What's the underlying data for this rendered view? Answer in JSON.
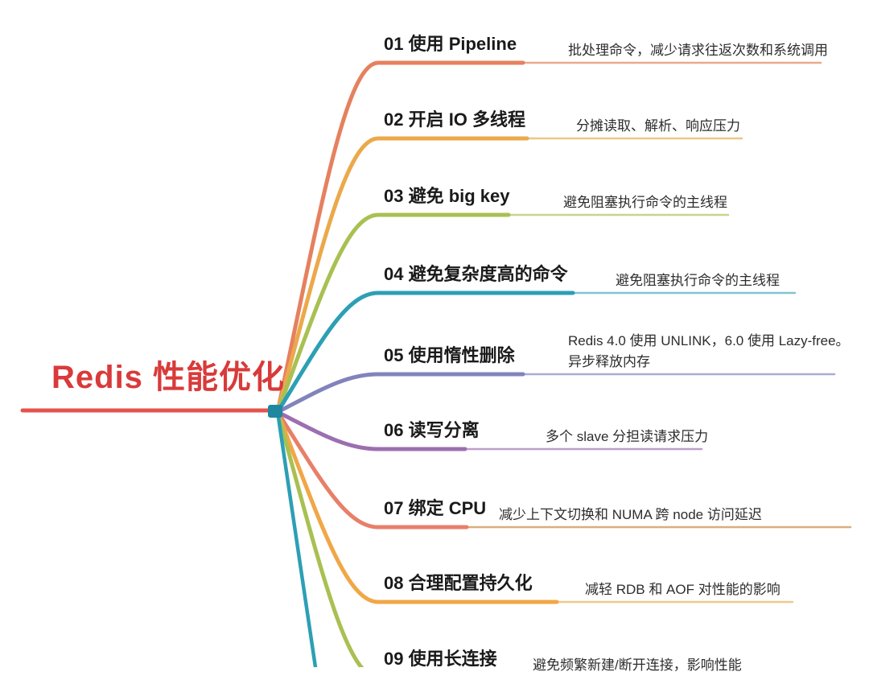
{
  "root": {
    "title": "Redis 性能优化",
    "title_color": "#D93A3A",
    "line_color": "#E4544C",
    "junction_color": "#1F87A0"
  },
  "offscreen_branch_color": "#2C9FB5",
  "branches": [
    {
      "label": "01 使用 Pipeline",
      "detail": "批处理命令，减少请求往返次数和系统调用",
      "color": "#E5815E",
      "light_color": "#E7AB8C"
    },
    {
      "label": "02 开启 IO 多线程",
      "detail": "分摊读取、解析、响应压力",
      "color": "#EBA94B",
      "light_color": "#EDC685"
    },
    {
      "label": "03 避免 big key",
      "detail": "避免阻塞执行命令的主线程",
      "color": "#A9C052",
      "light_color": "#C6D48C"
    },
    {
      "label": "04 避免复杂度高的命令",
      "detail": "避免阻塞执行命令的主线程",
      "color": "#2C9FB5",
      "light_color": "#7FC5D3"
    },
    {
      "label": "05 使用惰性删除",
      "detail": "Redis 4.0 使用 UNLINK，6.0 使用 Lazy-free。",
      "detail_line2": "异步释放内存",
      "color": "#8184BB",
      "light_color": "#A9ABD0"
    },
    {
      "label": "06 读写分离",
      "detail": "多个 slave 分担读请求压力",
      "color": "#9C6FB0",
      "light_color": "#BE9DCC"
    },
    {
      "label": "07 绑定 CPU",
      "detail": "减少上下文切换和 NUMA 跨 node 访问延迟",
      "color": "#E87F69",
      "light_color": "#D8AF7E"
    },
    {
      "label": "08 合理配置持久化",
      "detail": "减轻 RDB 和 AOF 对性能的影响",
      "color": "#F0A746",
      "light_color": "#EECA8C"
    },
    {
      "label": "09 使用长连接",
      "detail": "避免频繁新建/断开连接，影响性能",
      "color": "#A9C052",
      "light_color": "#C6D48C"
    }
  ]
}
